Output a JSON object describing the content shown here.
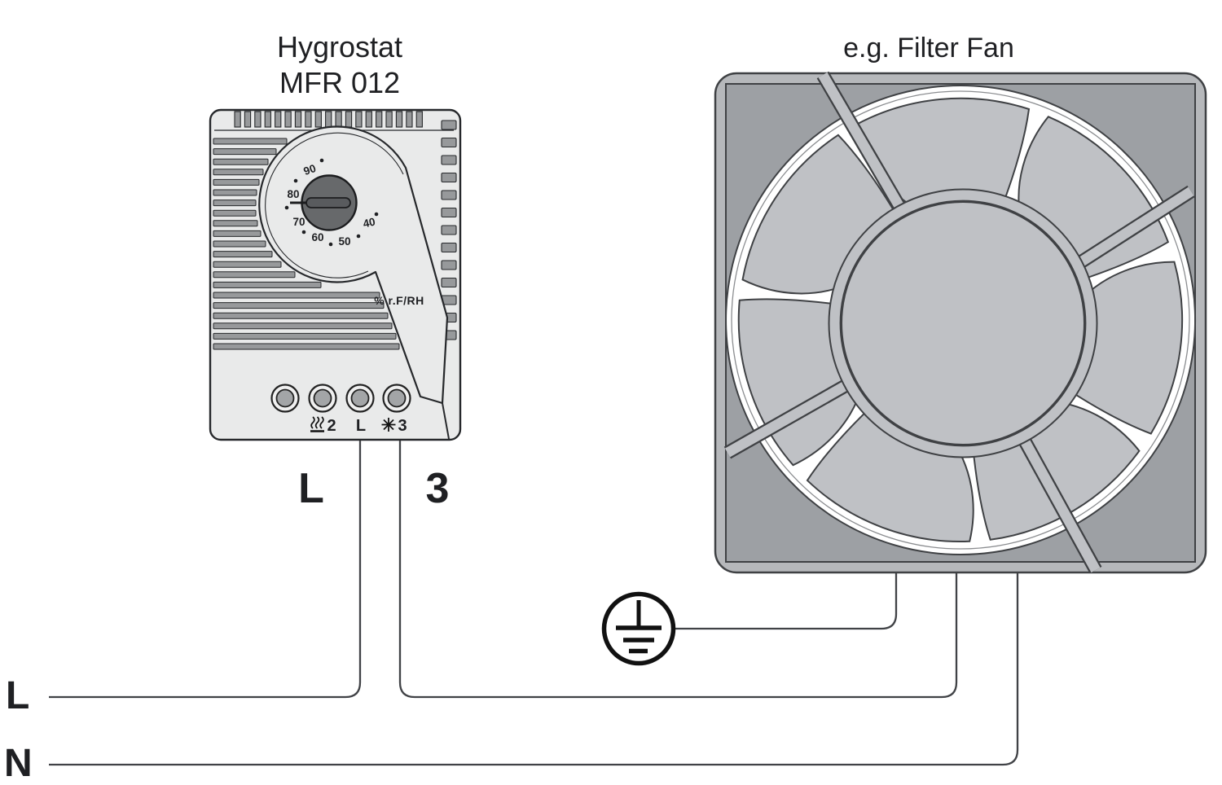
{
  "hygrostat": {
    "title": [
      "Hygrostat",
      "MFR 012"
    ],
    "dial": {
      "scale": [
        "90",
        "80",
        "70",
        "60",
        "50",
        "40"
      ],
      "unit": "% r.F/RH"
    },
    "terminals": {
      "heater": "2",
      "live": "L",
      "fan": "3"
    },
    "outgoing_wires": {
      "live": "L",
      "fan": "3"
    }
  },
  "fan": {
    "caption": "e.g. Filter Fan"
  },
  "supply": {
    "live": "L",
    "neutral": "N"
  },
  "colors": {
    "ink": "#1f2023",
    "body_light": "#e9eaea",
    "vent_gray": "#97999b",
    "knob_gray": "#67696b",
    "frame_gray": "#b6b8bb",
    "corner_gray": "#9da0a4",
    "blade_gray": "#bfc1c5",
    "wire": "#404246"
  }
}
